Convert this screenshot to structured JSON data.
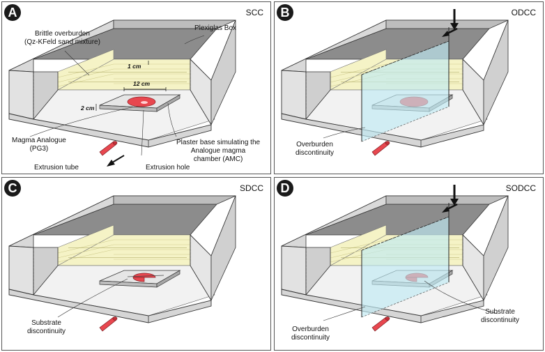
{
  "panels": {
    "a": {
      "letter": "A",
      "title": "SCC"
    },
    "b": {
      "letter": "B",
      "title": "ODCC"
    },
    "c": {
      "letter": "C",
      "title": "SDCC"
    },
    "d": {
      "letter": "D",
      "title": "SODCC"
    }
  },
  "labels": {
    "brittle_overburden": "Brittle overburden",
    "sand_mixture": "(Qz-KFeld sand mixture)",
    "plexiglas_box": "Plexiglas Box",
    "dim_1cm": "1 cm",
    "dim_12cm": "12 cm",
    "dim_2cm": "2 cm",
    "magma_analogue": "Magma Analogue",
    "pg3": "(PG3)",
    "plaster_line1": "Plaster base simulating the",
    "plaster_line2": "Analogue magma",
    "plaster_line3": "chamber (AMC)",
    "extrusion_tube": "Extrusion tube",
    "extrusion_hole": "Extrusion hole",
    "overburden_1": "Overburden",
    "overburden_2": "discontinuity",
    "substrate_1": "Substrate",
    "substrate_2": "discontinuity"
  },
  "colors": {
    "sand": "#f5f3c6",
    "sand_line": "#d8d49a",
    "wall_gray": "#8a8a8a",
    "wall_light": "#ececec",
    "magma": "#e8474f",
    "discontinuity": "#bfe9f3"
  }
}
